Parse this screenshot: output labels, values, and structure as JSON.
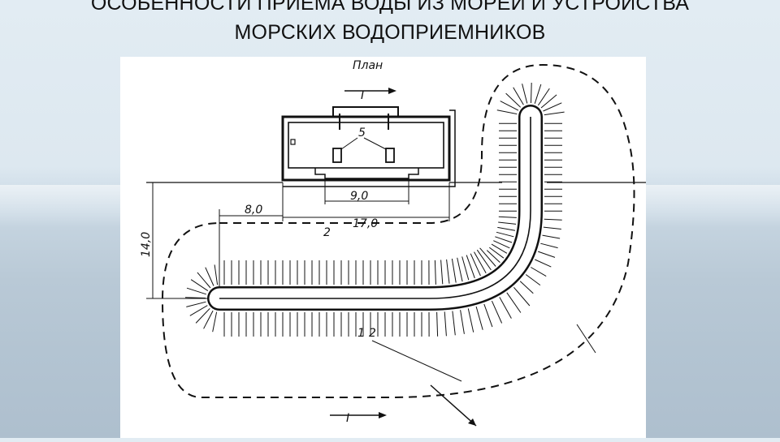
{
  "slide": {
    "title_line1": "ОСОБЕННОСТИ ПРИЕМА ВОДЫ ИЗ МОРЕЙ И УСТРОЙСТВА",
    "title_line2": "МОРСКИХ ВОДОПРИЕМНИКОВ"
  },
  "diagram": {
    "plan_label": "План",
    "section_top": "I",
    "section_bottom": "I",
    "label_5": "5",
    "label_2": "2",
    "label_1": "1",
    "label_2b": "2",
    "dim_9": "9,0",
    "dim_17": "17,0",
    "dim_8": "8,0",
    "dim_14": "14,0"
  }
}
